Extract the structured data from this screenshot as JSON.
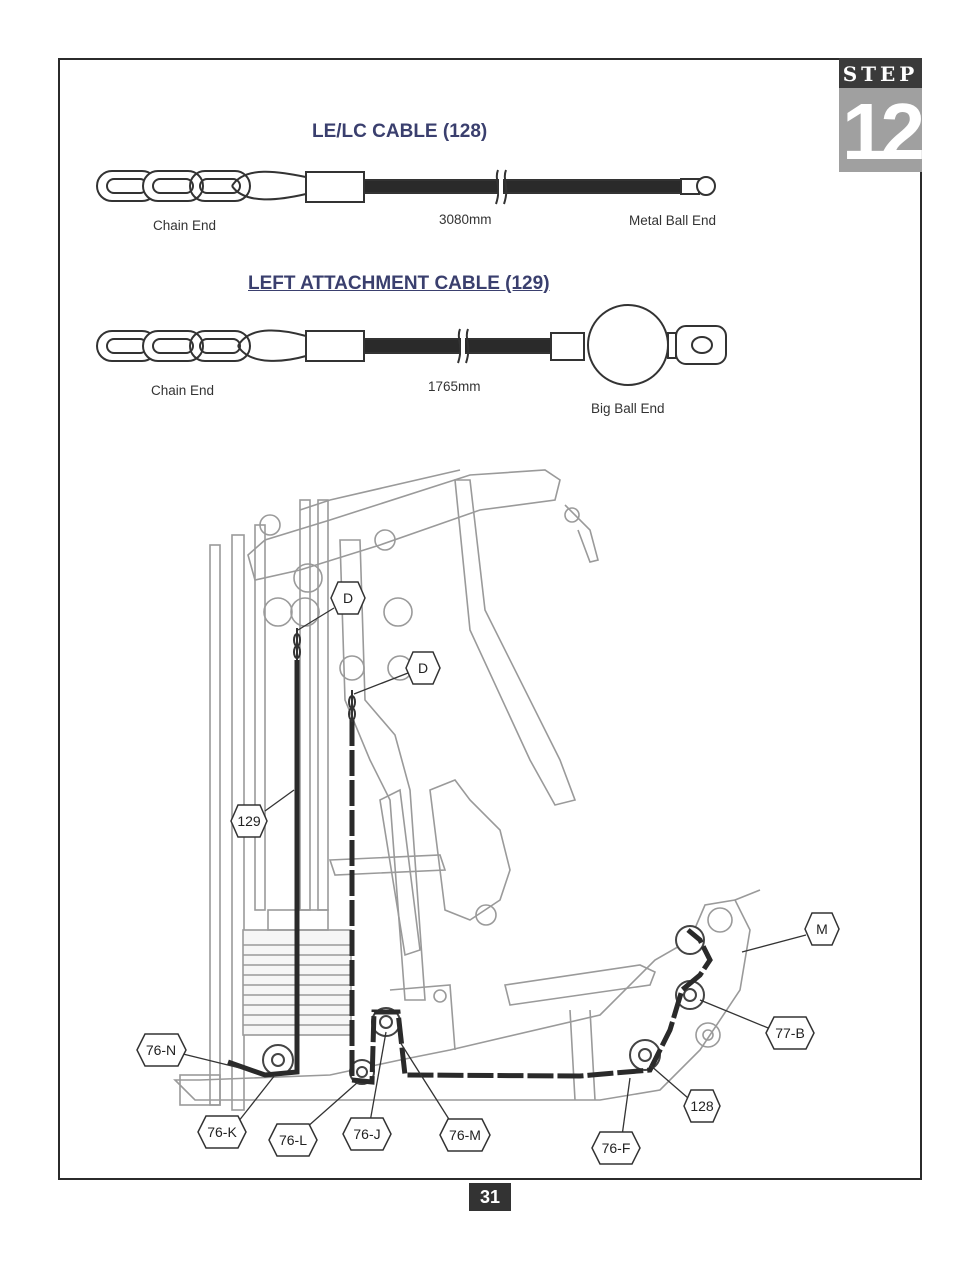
{
  "step": {
    "label": "STEP",
    "number": "12"
  },
  "cable_128": {
    "title": "LE/LC CABLE (128)",
    "left_end": "Chain End",
    "length": "3080mm",
    "right_end": "Metal Ball End"
  },
  "cable_129": {
    "title": "LEFT ATTACHMENT CABLE (129)",
    "left_end": "Chain End",
    "length": "1765mm",
    "right_end": "Big Ball End"
  },
  "callouts": {
    "d1": "D",
    "d2": "D",
    "c129": "129",
    "m": "M",
    "n76": "76-N",
    "b77": "77-B",
    "c128": "128",
    "k76": "76-K",
    "l76": "76-L",
    "j76": "76-J",
    "m76": "76-M",
    "f76": "76-F"
  },
  "page_number": "31"
}
